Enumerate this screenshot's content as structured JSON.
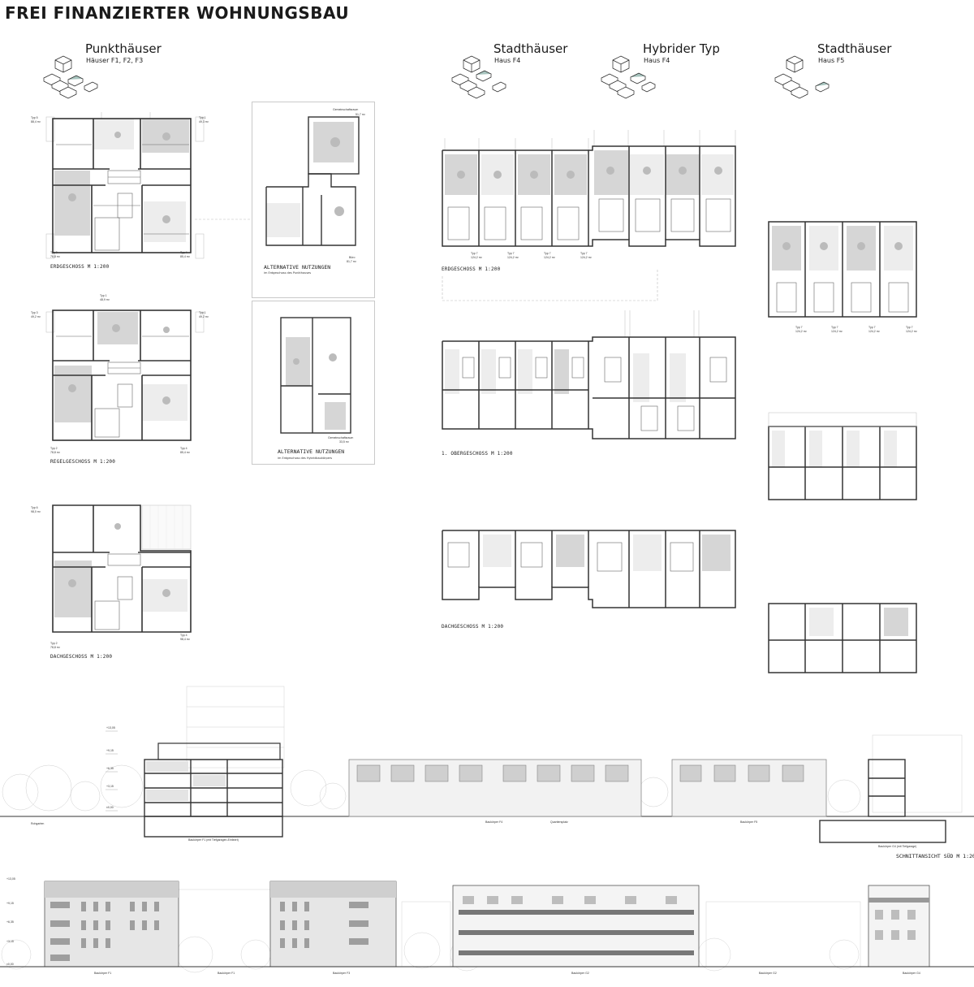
{
  "page_title": "FREI FINANZIERTER WOHNUNGSBAU",
  "sections": {
    "punkthaeuser": {
      "title": "Punkthäuser",
      "subtitle": "Häuser F1, F2, F3"
    },
    "stadthaeuser_f4": {
      "title": "Stadthäuser",
      "subtitle": "Haus F4"
    },
    "hybrid": {
      "title": "Hybrider Typ",
      "subtitle": "Haus F4"
    },
    "stadthaeuser_f5": {
      "title": "Stadthäuser",
      "subtitle": "Haus F5"
    }
  },
  "plan_captions": {
    "p_eg": "ERDGESCHOSS M 1:200",
    "p_rg": "REGELGESCHOSS M 1:200",
    "p_dg": "DACHGESCHOSS M 1:200",
    "s_eg": "ERDGESCHOSS M 1:200",
    "s_og": "1. OBERGESCHOSS M 1:200",
    "s_dg": "DACHGESCHOSS M 1:200"
  },
  "alt_uses": [
    {
      "title": "ALTERNATIVE NUTZUNGEN",
      "subtitle": "im Erdgeschoss des Punkthauses"
    },
    {
      "title": "ALTERNATIVE NUTZUNGEN",
      "subtitle": "im Erdgeschoss des Hybridbaukörpers"
    }
  ],
  "unit_labels": {
    "eg_tl": "Typ 5",
    "eg_tl_a": "88,4 m²",
    "eg_tr": "Typ 1",
    "eg_tr_a": "49,3 m²",
    "eg_bl": "Typ 2",
    "eg_bl_a": "78,8 m²",
    "eg_br": "Typ 4",
    "eg_br_a": "85,4 m²",
    "rg_top": "Typ 1",
    "rg_top_a": "48,9 m²",
    "rg_tl": "Typ 3",
    "rg_tl_a": "49,2 m²",
    "rg_tr": "Typ 1",
    "rg_tr_a": "49,2 m²",
    "rg_bl": "Typ 2",
    "rg_bl_a": "78,8 m²",
    "rg_br": "Typ 4",
    "rg_br_a": "85,4 m²",
    "dg_tl": "Typ 6",
    "dg_tl_a": "98,0 m²",
    "dg_bl": "Typ 2",
    "dg_bl_a": "78,8 m²",
    "dg_br": "Typ 4",
    "dg_br_a": "98,4 m²",
    "alt1_top": "Gemeinschaftsraum",
    "alt1_top_a": "51,7 m²",
    "alt1_bot": "Büro",
    "alt1_bot_a": "81,7 m²",
    "alt2_bot": "Gemeinschaftsraum",
    "alt2_bot_a": "33,5 m²"
  },
  "stadt_eg_types": [
    {
      "t": "Typ 7",
      "a": "124,2 m²"
    },
    {
      "t": "Typ 7",
      "a": "124,2 m²"
    },
    {
      "t": "Typ 7",
      "a": "124,2 m²"
    },
    {
      "t": "Typ 7",
      "a": "124,2 m²"
    }
  ],
  "f5_types": [
    {
      "t": "Typ 7",
      "a": "124,2 m²"
    },
    {
      "t": "Typ 7",
      "a": "124,2 m²"
    },
    {
      "t": "Typ 7",
      "a": "124,2 m²"
    },
    {
      "t": "Typ 7",
      "a": "124,2 m²"
    }
  ],
  "section": {
    "caption": "SCHNITTANSICHT SÜD M 1:200",
    "labels": {
      "left": "Rohgarten",
      "b1": "Baukörper F1 (mit Tiefgaragen-Einfahrt)",
      "b2": "Baukörper F4",
      "plaza": "Quartiersplatz",
      "b3": "Baukörper F5",
      "b4": "Baukörper G4 (mit Tiefgarage)"
    },
    "levels": [
      "+13,05",
      "+9,15",
      "+6,35",
      "+3,15",
      "±0,00"
    ]
  },
  "elevation": {
    "levels": [
      "+13,05",
      "+9,15",
      "+6,35",
      "+3,15",
      "±0,00"
    ],
    "labels": [
      "Baukörper F1",
      "Baukörper F1",
      "Baukörper F3",
      "Baukörper G2",
      "Baukörper G2",
      "Baukörper G4"
    ]
  },
  "colors": {
    "wall": "#333333",
    "fill_grey": "#d6d6d6",
    "accent_block": "#a7c4be",
    "line_light": "#bdbdbd"
  }
}
